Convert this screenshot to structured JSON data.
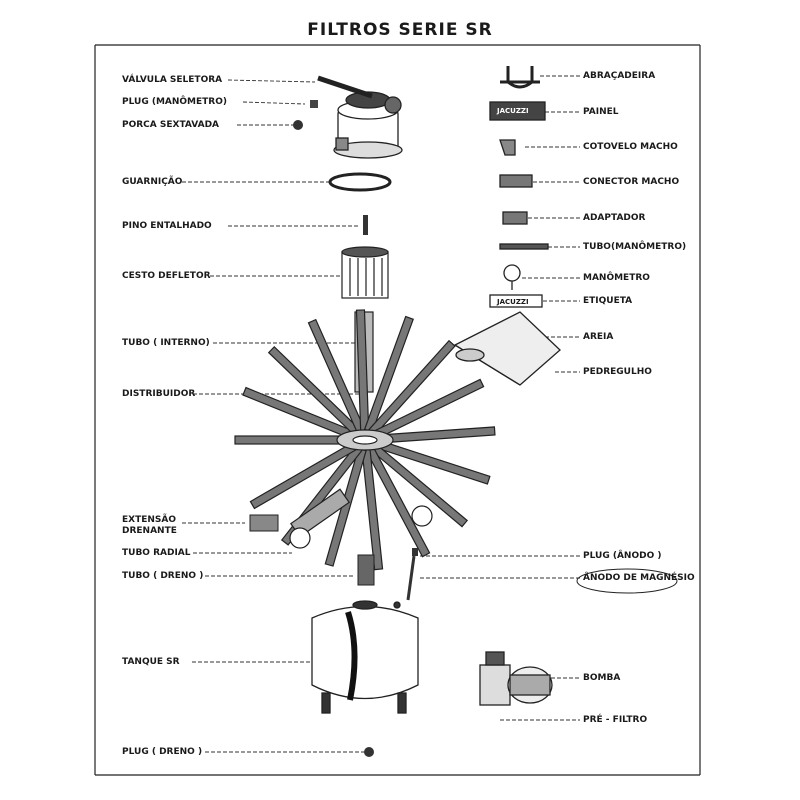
{
  "title": "FILTROS SERIE  SR",
  "parts_left": [
    {
      "id": "valvula",
      "label": "VÁLVULA SELETORA"
    },
    {
      "id": "plug_man",
      "label": "PLUG (MANÔMETRO)"
    },
    {
      "id": "porca",
      "label": "PORCA SEXTAVADA"
    },
    {
      "id": "guarnicao",
      "label": "GUARNIÇÃO"
    },
    {
      "id": "pino",
      "label": "PINO ENTALHADO"
    },
    {
      "id": "cesto",
      "label": "CESTO DEFLETOR"
    },
    {
      "id": "tubo_int",
      "label": "TUBO ( INTERNO)"
    },
    {
      "id": "distribuidor",
      "label": "DISTRIBUIDOR"
    },
    {
      "id": "extensao1",
      "label": "EXTENSÃO"
    },
    {
      "id": "extensao2",
      "label": "DRENANTE"
    },
    {
      "id": "tubo_radial",
      "label": "TUBO RADIAL"
    },
    {
      "id": "tubo_dreno",
      "label": "TUBO  ( DRENO )"
    },
    {
      "id": "tanque",
      "label": "TANQUE  SR"
    },
    {
      "id": "plug_dreno",
      "label": "PLUG  ( DRENO )"
    }
  ],
  "parts_right": [
    {
      "id": "abracadeira",
      "label": "ABRAÇADEIRA"
    },
    {
      "id": "painel",
      "label": "PAINEL"
    },
    {
      "id": "cotovelo",
      "label": "COTOVELO MACHO"
    },
    {
      "id": "conector",
      "label": "CONECTOR MACHO"
    },
    {
      "id": "adaptador",
      "label": "ADAPTADOR"
    },
    {
      "id": "tubo_man",
      "label": "TUBO(MANÔMETRO)"
    },
    {
      "id": "manometro",
      "label": "MANÔMETRO"
    },
    {
      "id": "etiqueta",
      "label": "ETIQUETA"
    },
    {
      "id": "areia",
      "label": "AREIA"
    },
    {
      "id": "pedregulho",
      "label": "PEDREGULHO"
    },
    {
      "id": "plug_anodo",
      "label": "PLUG  (ÂNODO )"
    },
    {
      "id": "anodo",
      "label": "ÂNODO DE MAGNÉSIO"
    },
    {
      "id": "bomba",
      "label": "BOMBA"
    },
    {
      "id": "pre_filtro",
      "label": "PRÉ - FILTRO"
    }
  ],
  "brand": "JACUZZI"
}
